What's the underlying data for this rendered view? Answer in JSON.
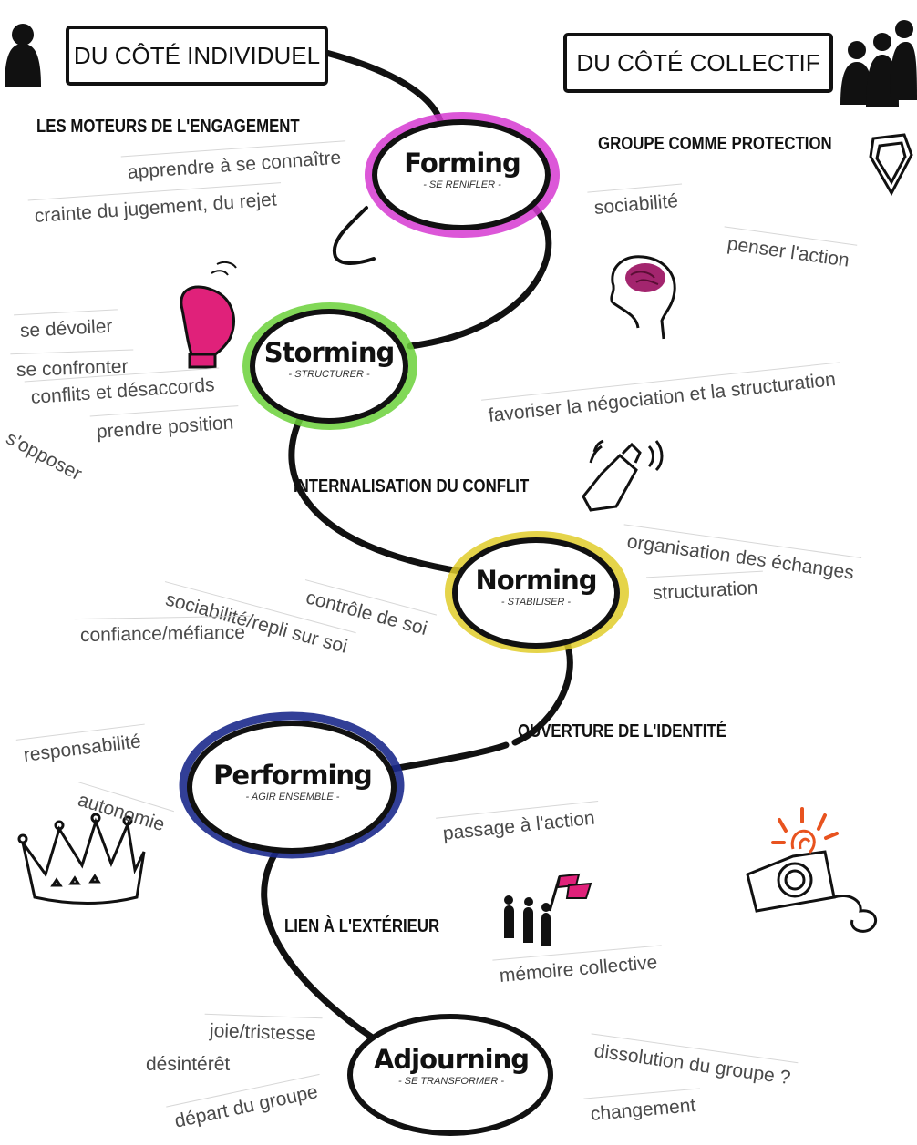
{
  "headers": {
    "left": "DU CÔTÉ INDIVIDUEL",
    "right": "DU CÔTÉ COLLECTIF"
  },
  "stages": {
    "forming": {
      "name": "Forming",
      "subtitle": "- SE RENIFLER -",
      "ring_color": "#d63ad1"
    },
    "storming": {
      "name": "Storming",
      "subtitle": "- STRUCTURER -",
      "ring_color": "#6bd13a"
    },
    "norming": {
      "name": "Norming",
      "subtitle": "- STABILISER -",
      "ring_color": "#e0cc2a"
    },
    "performing": {
      "name": "Performing",
      "subtitle": "- AGIR ENSEMBLE -",
      "ring_color": "#1c2a8c"
    },
    "adjourning": {
      "name": "Adjourning",
      "subtitle": "- SE TRANSFORMER -",
      "ring_color": "#111111"
    }
  },
  "headings": {
    "moteurs": "LES MOTEURS DE L'ENGAGEMENT",
    "protection": "GROUPE COMME PROTECTION",
    "internalisation": "INTERNALISATION DU CONFLIT",
    "ouverture": "OUVERTURE DE L'IDENTITÉ",
    "lien": "LIEN À L'EXTÉRIEUR"
  },
  "labels": {
    "apprendre": "apprendre à se connaître",
    "crainte": "crainte du jugement, du rejet",
    "sociabilite": "sociabilité",
    "penser": "penser l'action",
    "devoiler": "se dévoiler",
    "confronter": "se confronter",
    "conflits": "conflits et désaccords",
    "position": "prendre position",
    "opposer": "s'opposer",
    "negociation": "favoriser la négociation et la structuration",
    "organisation": "organisation des échanges",
    "structuration": "structuration",
    "controle": "contrôle de soi",
    "repli": "sociabilité/repli sur soi",
    "confiance": "confiance/méfiance",
    "responsabilite": "responsabilité",
    "autonomie": "autonomie",
    "passage": "passage à l'action",
    "memoire": "mémoire collective",
    "joie": "joie/tristesse",
    "desinteret": "désintérêt",
    "depart": "départ du groupe",
    "dissolution": "dissolution du groupe ?",
    "changement": "changement"
  },
  "icons": [
    "person-icon",
    "group-icon",
    "shield-icon",
    "nose-icon",
    "head-brain-icon",
    "boxing-glove-icon",
    "spray-can-icon",
    "crown-icon",
    "people-flag-icon",
    "camera-icon"
  ],
  "colors": {
    "accent_pink": "#e0217a",
    "ink": "#111111",
    "text_gray": "#4a4a4a",
    "flash_orange": "#e8531f"
  }
}
